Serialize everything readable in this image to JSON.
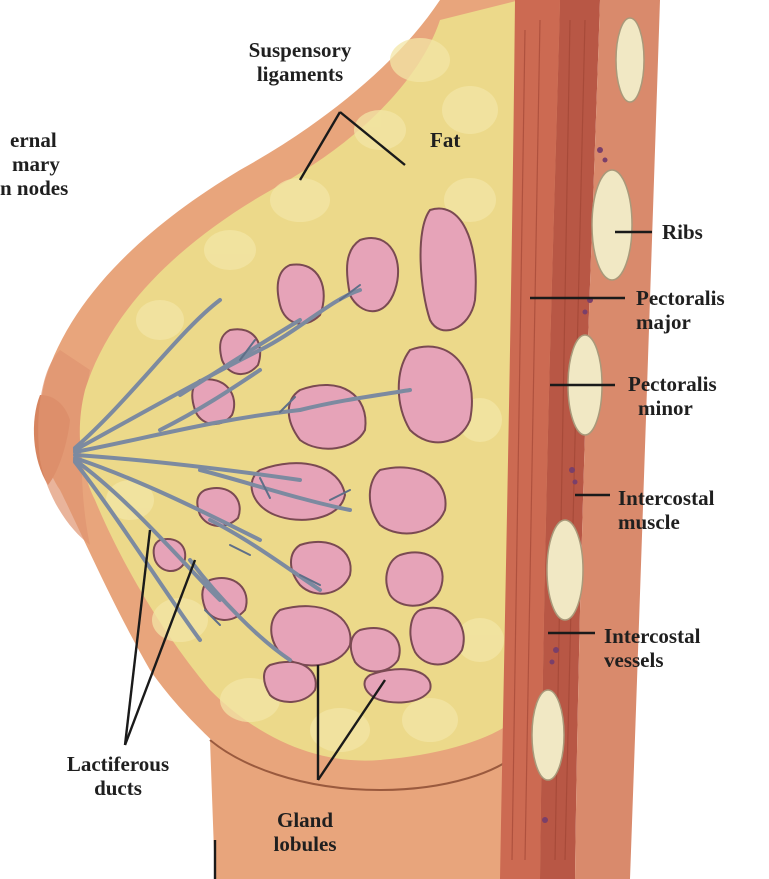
{
  "labels": {
    "suspensory_1": "Suspensory",
    "suspensory_2": "ligaments",
    "fat": "Fat",
    "internal_1": "ernal",
    "internal_2": "mary",
    "internal_3": "n nodes",
    "ribs": "Ribs",
    "pect_major_1": "Pectoralis",
    "pect_major_2": "major",
    "pect_minor_1": "Pectoralis",
    "pect_minor_2": "minor",
    "ic_muscle_1": "Intercostal",
    "ic_muscle_2": "muscle",
    "ic_vessels_1": "Intercostal",
    "ic_vessels_2": "vessels",
    "lact_1": "Lactiferous",
    "lact_2": "ducts",
    "gland_1": "Gland",
    "gland_2": "lobules"
  },
  "colors": {
    "skin": "#e8a57c",
    "skin_dark": "#c97855",
    "fat": "#ecd98a",
    "fat_light": "#f3e6a6",
    "lobule": "#e6a3b8",
    "lobule_edge": "#7a4a52",
    "duct": "#7c8aa0",
    "muscle": "#cc6a52",
    "muscle_dark": "#a8473a",
    "rib": "#f1e8c4",
    "line": "#1a1a1a"
  }
}
